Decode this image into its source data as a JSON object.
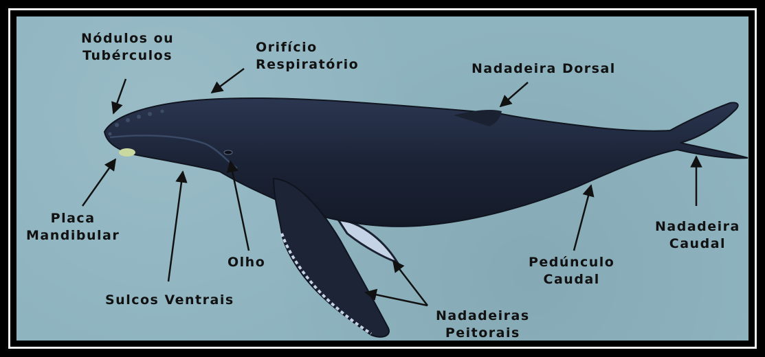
{
  "labels": {
    "nodulos_line1": "Nódulos ou",
    "nodulos_line2": "Tubérculos",
    "orificio_line1": "Orifício",
    "orificio_line2": "Respiratório",
    "dorsal": "Nadadeira Dorsal",
    "placa_line1": "Placa",
    "placa_line2": "Mandibular",
    "olho": "Olho",
    "sulcos": "Sulcos Ventrais",
    "peitorais_line1": "Nadadeiras",
    "peitorais_line2": "Peitorais",
    "peduncolo_line1": "Pedúnculo",
    "peduncolo_line2": "Caudal",
    "caudal_line1": "Nadadeira",
    "caudal_line2": "Caudal"
  },
  "colors": {
    "background": "#8eb4c0",
    "whale_body": "#1a2232",
    "flipper_light": "#c8d4e4",
    "frame": "#000000",
    "label_text": "#111111"
  }
}
